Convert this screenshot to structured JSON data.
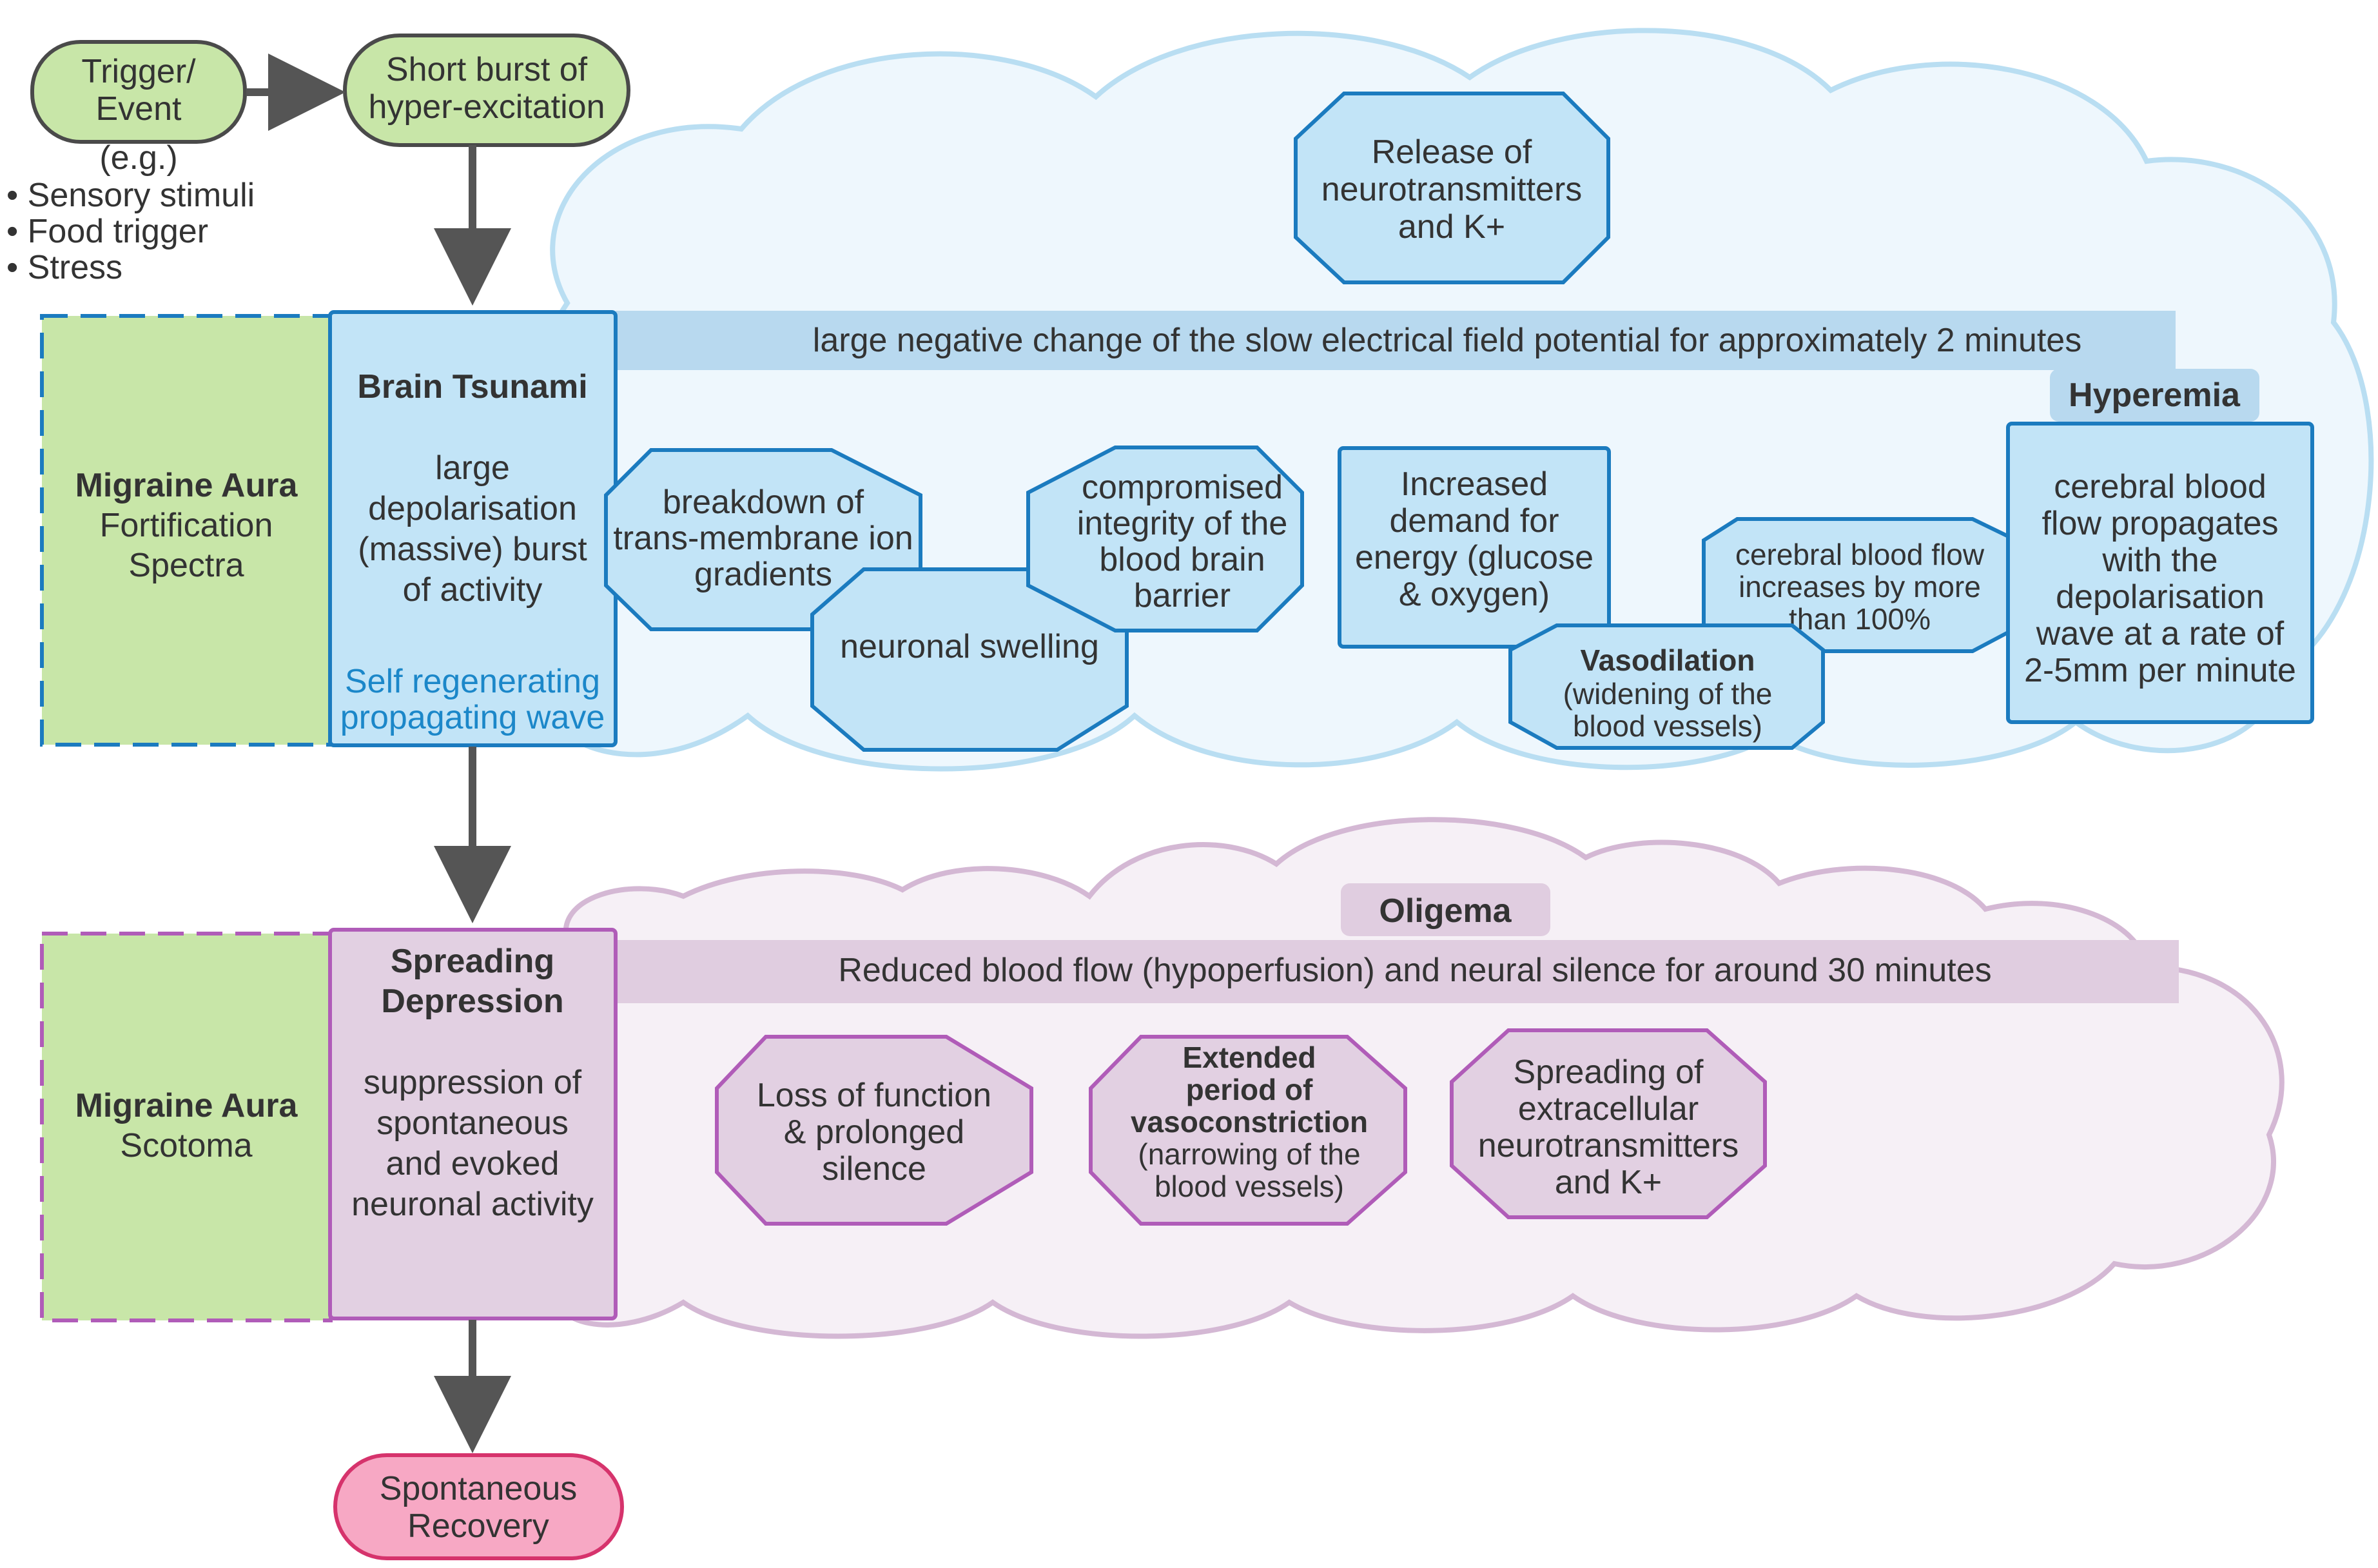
{
  "colors": {
    "green_fill": "#c8e6a8",
    "green_stroke": "#4a4a4a",
    "blue_fill": "#c2e4f7",
    "blue_stroke": "#1b7bbf",
    "blue_band": "#b8d9ef",
    "blue_cloud": "#eef7fd",
    "blue_cloud_stroke": "#b9def2",
    "purple_fill": "#e2d0e2",
    "purple_stroke": "#b05cb8",
    "purple_band": "#e0cde0",
    "purple_cloud": "#f6f0f6",
    "purple_cloud_stroke": "#d4b8d4",
    "pink_fill": "#f7a8c4",
    "pink_stroke": "#d6336c",
    "arrow": "#555555",
    "accent_text": "#1b87c9"
  },
  "trigger": {
    "lines": [
      "Trigger/",
      "Event"
    ]
  },
  "burst": {
    "lines": [
      "Short burst of",
      "hyper-excitation"
    ]
  },
  "examples": {
    "heading": "(e.g.)",
    "items": [
      "• Sensory stimuli",
      "• Food trigger",
      "• Stress"
    ]
  },
  "aura1": {
    "title": "Migraine Aura",
    "lines": [
      "Fortification",
      "Spectra"
    ]
  },
  "tsunami": {
    "title": "Brain Tsunami",
    "lines": [
      "large",
      "depolarisation",
      "(massive) burst",
      "of activity"
    ],
    "accent_lines": [
      "Self regenerating",
      "propagating wave"
    ]
  },
  "hyper_cloud": {
    "band_text": "large negative change of the slow electrical field potential for approximately 2 minutes",
    "badge": "Hyperemia",
    "release": [
      "Release of",
      "neurotransmitters",
      "and K+"
    ],
    "breakdown": [
      "breakdown of",
      "trans-membrane ion",
      "gradients"
    ],
    "swelling": [
      "neuronal swelling"
    ],
    "integrity": [
      "compromised",
      "integrity of the",
      "blood brain",
      "barrier"
    ],
    "demand": [
      "Increased",
      "demand for",
      "energy (glucose",
      "& oxygen)"
    ],
    "flow_increase": [
      "cerebral blood flow",
      "increases by more",
      "than 100%"
    ],
    "vasodilation": {
      "title": "Vasodilation",
      "lines": [
        "(widening of the",
        "blood vessels)"
      ]
    },
    "propagates": [
      "cerebral blood",
      "flow propagates",
      "with the",
      "depolarisation",
      "wave at a rate of",
      "2-5mm per minute"
    ]
  },
  "aura2": {
    "title": "Migraine Aura",
    "lines": [
      "Scotoma"
    ]
  },
  "spreading": {
    "title_lines": [
      "Spreading",
      "Depression"
    ],
    "lines": [
      "suppression of",
      "spontaneous",
      "and evoked",
      "neuronal activity"
    ]
  },
  "oligemia_cloud": {
    "badge": "Oligema",
    "band_text": "Reduced blood flow (hypoperfusion) and neural silence for around 30 minutes",
    "loss": [
      "Loss of function",
      "& prolonged",
      "silence"
    ],
    "vaso": {
      "title_lines": [
        "Extended",
        "period of",
        "vasoconstriction"
      ],
      "lines": [
        "(narrowing of the",
        "blood vessels)"
      ]
    },
    "extracellular": [
      "Spreading of",
      "extracellular",
      "neurotransmitters",
      "and K+"
    ]
  },
  "recovery": {
    "lines": [
      "Spontaneous",
      "Recovery"
    ]
  }
}
